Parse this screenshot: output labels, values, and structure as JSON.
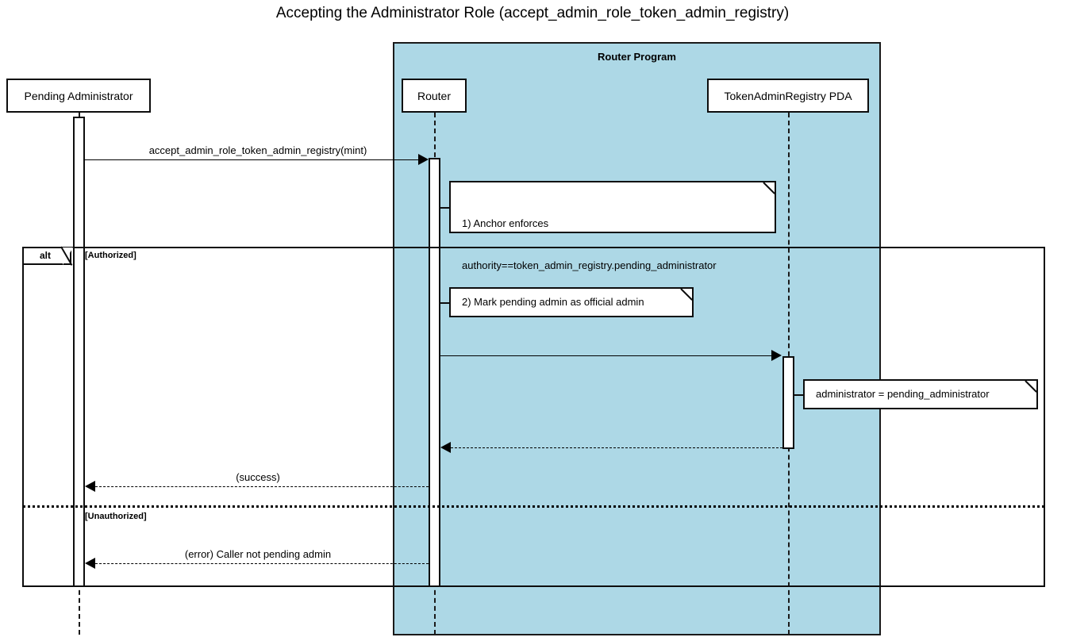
{
  "diagram": {
    "title": "Accepting the Administrator Role (accept_admin_role_token_admin_registry)",
    "type": "sequence-diagram",
    "colors": {
      "group_background": "#ADD8E6",
      "line": "#000000",
      "box_background": "#FFFFFF"
    }
  },
  "group": {
    "label": "Router Program"
  },
  "participants": [
    {
      "id": "pending_administrator",
      "label": "Pending Administrator"
    },
    {
      "id": "router",
      "label": "Router"
    },
    {
      "id": "token_admin_registry_pda",
      "label": "TokenAdminRegistry PDA"
    }
  ],
  "messages": [
    {
      "id": "m1",
      "label": "accept_admin_role_token_admin_registry(mint)",
      "from": "pending_administrator",
      "to": "router",
      "style": "solid",
      "direction": "right"
    },
    {
      "id": "m2",
      "label": "",
      "from": "router",
      "to": "token_admin_registry_pda",
      "style": "solid",
      "direction": "right"
    },
    {
      "id": "m3",
      "label": "",
      "from": "token_admin_registry_pda",
      "to": "router",
      "style": "dashed",
      "direction": "left"
    },
    {
      "id": "m4",
      "label": "(success)",
      "from": "router",
      "to": "pending_administrator",
      "style": "dashed",
      "direction": "left"
    },
    {
      "id": "m5",
      "label": "(error) Caller not pending admin",
      "from": "router",
      "to": "pending_administrator",
      "style": "dashed",
      "direction": "left"
    }
  ],
  "notes": [
    {
      "id": "note1",
      "attached_to": "router",
      "line1": "1) Anchor enforces",
      "line2": "authority==token_admin_registry.pending_administrator",
      "text": "1) Anchor enforces\nauthority==token_admin_registry.pending_administrator"
    },
    {
      "id": "note2",
      "attached_to": "router",
      "text": "2) Mark pending admin as official admin"
    },
    {
      "id": "note3",
      "attached_to": "token_admin_registry_pda",
      "text": "administrator = pending_administrator"
    }
  ],
  "fragment": {
    "operator": "alt",
    "branches": [
      {
        "guard": "[Authorized]"
      },
      {
        "guard": "[Unauthorized]"
      }
    ]
  }
}
